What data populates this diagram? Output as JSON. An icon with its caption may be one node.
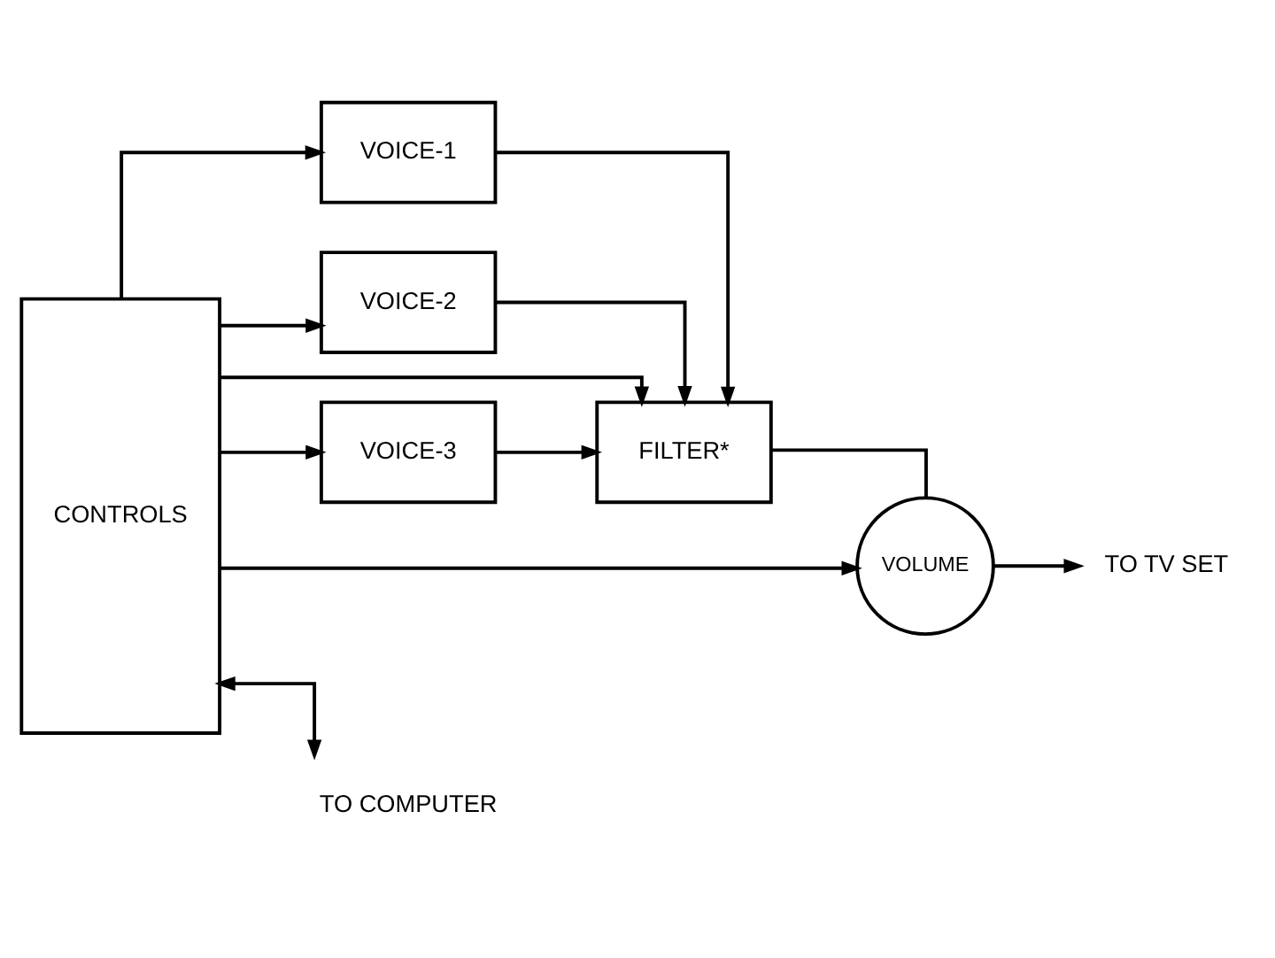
{
  "diagram": {
    "nodes": [
      {
        "text": [
          "VOICE-1"
        ]
      },
      {
        "text": [
          "VOICE-2"
        ]
      },
      {
        "text": [
          "VOICE-3"
        ]
      },
      {
        "text": [
          "FILTER*"
        ]
      },
      {
        "text": [
          "VOLUME"
        ]
      },
      {
        "text": [
          "TO TV SET"
        ]
      },
      {
        "text": [
          "CONTROLS"
        ]
      },
      {
        "text": [
          "TO COMPUTER"
        ]
      }
    ],
    "edges": [
      {
        "from": 6,
        "to": 0,
        "arrow": "to"
      },
      {
        "from": 6,
        "to": 1,
        "arrow": "to"
      },
      {
        "from": 6,
        "to": 2,
        "arrow": "to"
      },
      {
        "from": 0,
        "to": 3,
        "arrow": "to"
      },
      {
        "from": 1,
        "to": 3,
        "arrow": "to"
      },
      {
        "from": 2,
        "to": 3,
        "arrow": "to"
      },
      {
        "from": 3,
        "to": 4,
        "arrow": "none"
      },
      {
        "from": 4,
        "to": 5,
        "arrow": "to"
      },
      {
        "from": 6,
        "to": 3,
        "arrow": "to"
      },
      {
        "from": 6,
        "to": 4,
        "arrow": "to"
      },
      {
        "from": 6,
        "to": 7,
        "arrow": "both"
      }
    ]
  }
}
